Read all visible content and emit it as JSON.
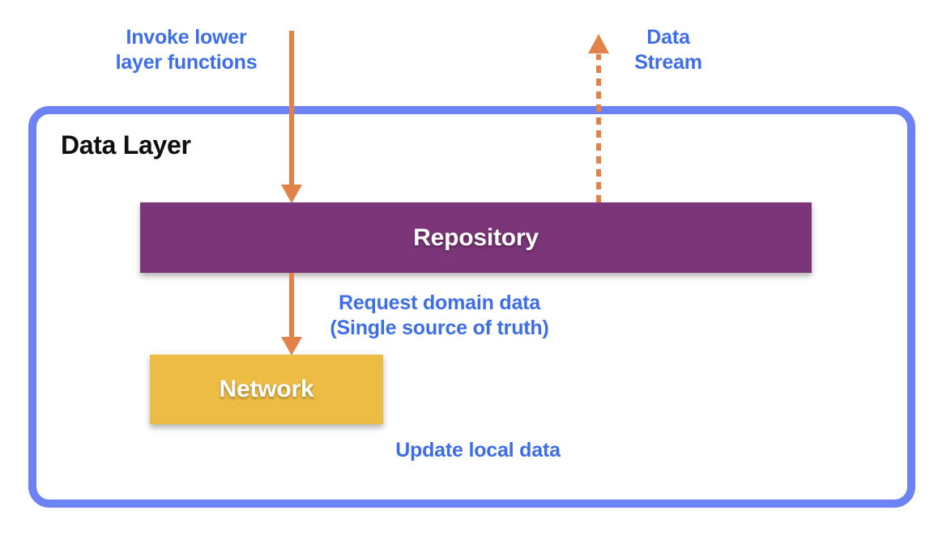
{
  "diagram": {
    "frame_title": "Data Layer",
    "boxes": {
      "repository": {
        "label": "Repository"
      },
      "network": {
        "label": "Network"
      }
    },
    "annotations": {
      "invoke_lower": "Invoke lower\nlayer functions",
      "data_stream": "Data\nStream",
      "request_domain": "Request domain data\n(Single source of truth)",
      "update_local": "Update local data"
    },
    "arrows": [
      {
        "name": "invoke-flow-arrow",
        "style": "solid",
        "direction": "down",
        "from": "outside",
        "to": "Repository"
      },
      {
        "name": "data-stream-arrow",
        "style": "dashed",
        "direction": "up",
        "from": "Repository",
        "to": "outside"
      },
      {
        "name": "request-data-arrow",
        "style": "solid",
        "direction": "down",
        "from": "Repository",
        "to": "Network"
      }
    ]
  },
  "colors": {
    "blue_text": "#3D6EE8",
    "border_blue": "#6D82F3",
    "orange": "#E2824A",
    "purple": "#7B3578",
    "yellow": "#ECBC45",
    "title_text": "#0F0F0F",
    "box_label_text": "#FFFFFF",
    "background": "#FFFFFF"
  }
}
